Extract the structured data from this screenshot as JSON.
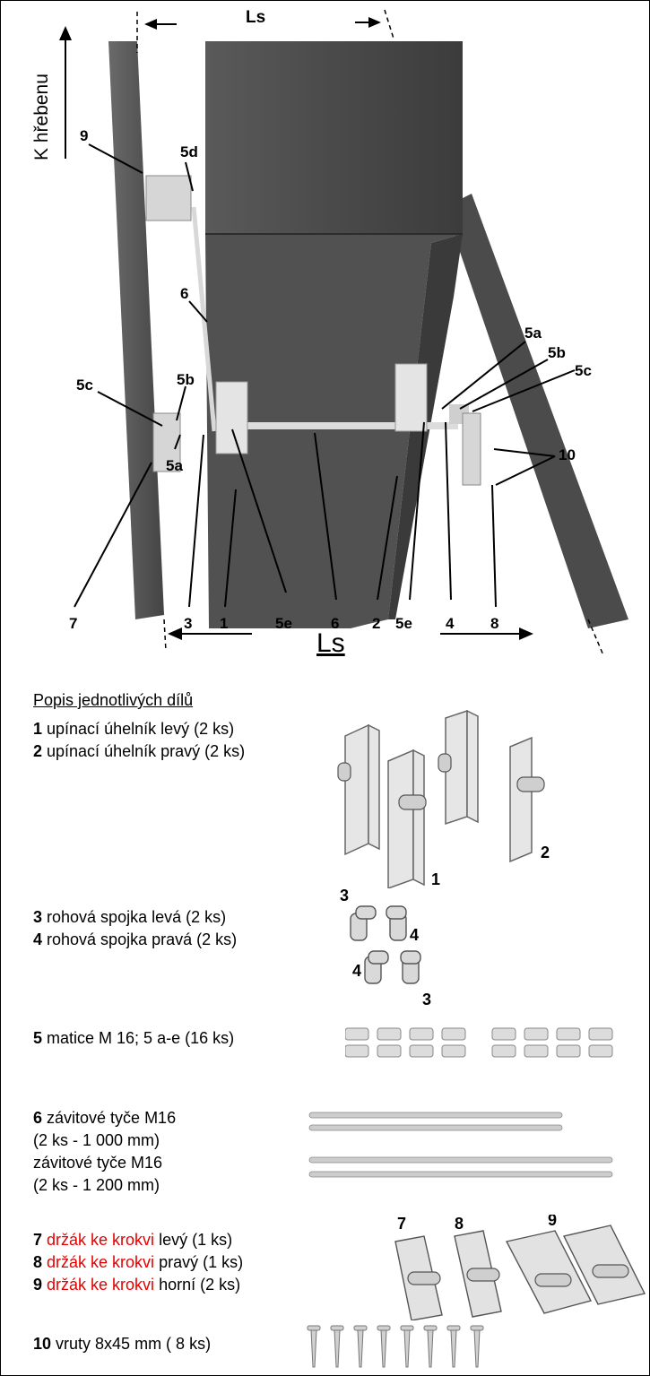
{
  "diagram": {
    "ls_top": "Ls",
    "ls_bottom": "Ls",
    "roof_direction": "K hřebenu",
    "callouts": [
      "9",
      "5d",
      "6",
      "5c",
      "5b",
      "5a",
      "7",
      "3",
      "1",
      "5e",
      "6",
      "2",
      "5e",
      "4",
      "8",
      "5a",
      "5b",
      "5c",
      "10"
    ]
  },
  "parts": {
    "title": "Popis jednotlivých dílů",
    "items": [
      {
        "num": "1",
        "text": " upínací úhelník levý (2 ks)"
      },
      {
        "num": "2",
        "text": " upínací úhelník pravý (2 ks)"
      },
      {
        "num": "3",
        "text": " rohová spojka levá (2 ks)"
      },
      {
        "num": "4",
        "text": " rohová spojka pravá (2 ks)"
      },
      {
        "num": "5",
        "text": " matice M 16; 5 a-e (16 ks)"
      },
      {
        "num": "6",
        "text": " závitové tyče M16"
      },
      {
        "num": "",
        "text": " (2 ks -  1 000 mm)"
      },
      {
        "num": "",
        "text": "  závitové tyče  M16"
      },
      {
        "num": "",
        "text": " (2 ks -  1 200 mm)"
      },
      {
        "num": "7",
        "red": " držák ke krokvi",
        "text": " levý (1 ks)"
      },
      {
        "num": "8",
        "red": " držák ke krokvi",
        "text": " pravý (1 ks)"
      },
      {
        "num": "9",
        "red": " držák ke krokvi",
        "text": " horní (2 ks)"
      },
      {
        "num": "10",
        "text": " vruty 8x45 mm ( 8 ks)"
      }
    ],
    "art_labels": {
      "angle_left": "1",
      "angle_right": "2",
      "conn_3a": "3",
      "conn_4a": "4",
      "conn_4b": "4",
      "conn_3b": "3",
      "holder_7": "7",
      "holder_8": "8",
      "holder_9": "9"
    }
  }
}
